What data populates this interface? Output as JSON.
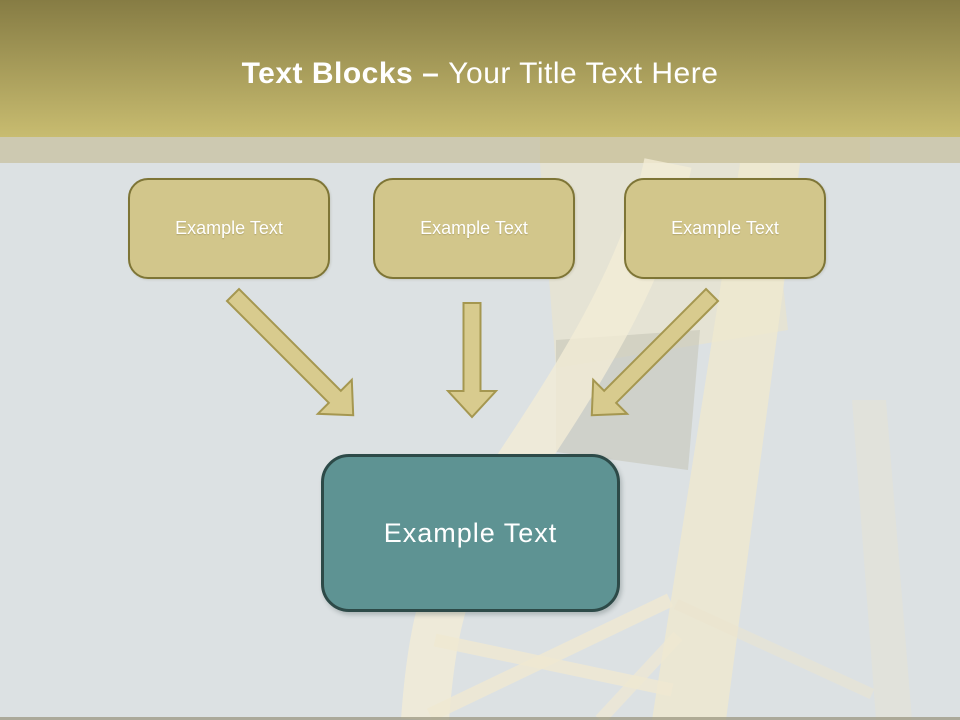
{
  "header": {
    "title_bold": "Text Blocks –",
    "title_regular": "Your Title Text Here"
  },
  "blocks": [
    {
      "label": "Example Text"
    },
    {
      "label": "Example Text"
    },
    {
      "label": "Example Text"
    }
  ],
  "result_block": {
    "label": "Example Text"
  },
  "icons": {
    "arrow_left": "arrow-down-right-icon",
    "arrow_middle": "arrow-down-icon",
    "arrow_right": "arrow-down-left-icon"
  },
  "colors": {
    "header_gradient_top": "#867c44",
    "header_gradient_bottom": "#c8bc70",
    "photo_strip": "#cdc9b1",
    "canvas_background": "#dce1e3",
    "block_fill": "#d2c68b",
    "block_border": "#7e7536",
    "block_text": "#ffffff",
    "arrow_fill": "#d8cb8e",
    "arrow_border": "#a59750",
    "result_fill": "#5e9393",
    "result_border": "#2d4a48",
    "result_text": "#ffffff",
    "title_text": "#ffffff",
    "bottom_edge": "#96917b"
  }
}
